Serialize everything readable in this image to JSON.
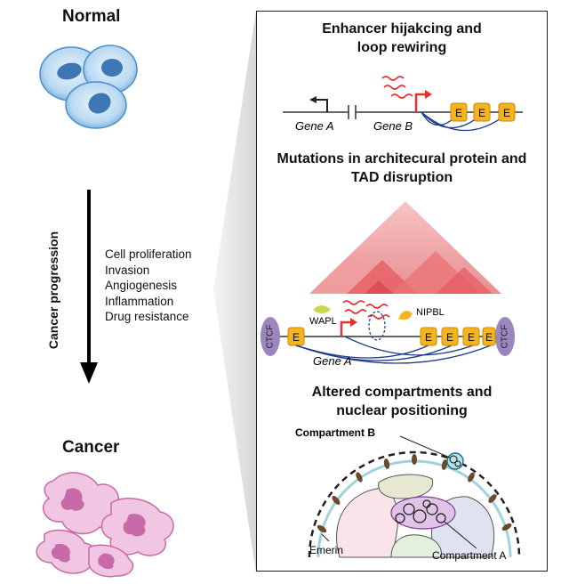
{
  "left": {
    "normal_label": "Normal",
    "cancer_label": "Cancer",
    "progression_label": "Cancer progression",
    "hallmarks": [
      "Cell proliferation",
      "Invasion",
      "Angiogenesis",
      "Inflammation",
      "Drug resistance"
    ]
  },
  "panel1": {
    "title_line1": "Enhancer hijakcing and",
    "title_line2": "loop rewiring",
    "gene_a": "Gene A",
    "gene_b": "Gene B",
    "enhancer": "E"
  },
  "panel2": {
    "title_line1": "Mutations in architecural protein and",
    "title_line2": "TAD disruption",
    "wapl": "WAPL",
    "nipbl": "NIPBL",
    "ctcf": "CTCF",
    "gene_a": "Gene A",
    "enhancer": "E"
  },
  "panel3": {
    "title_line1": "Altered compartments and",
    "title_line2": "nuclear positioning",
    "compartment_b": "Compartment B",
    "compartment_a": "Compartment A",
    "emerin": "Emerin"
  },
  "colors": {
    "cell_blue": "#4a90cf",
    "cancer_pink": "#c86aa8",
    "enhancer_orange": "#f5b41e",
    "tad_red": "#e65a5f",
    "ctcf_purple": "#9b86c0",
    "arrow_red": "#e8302c",
    "loop_navy": "#1f3a8a"
  }
}
